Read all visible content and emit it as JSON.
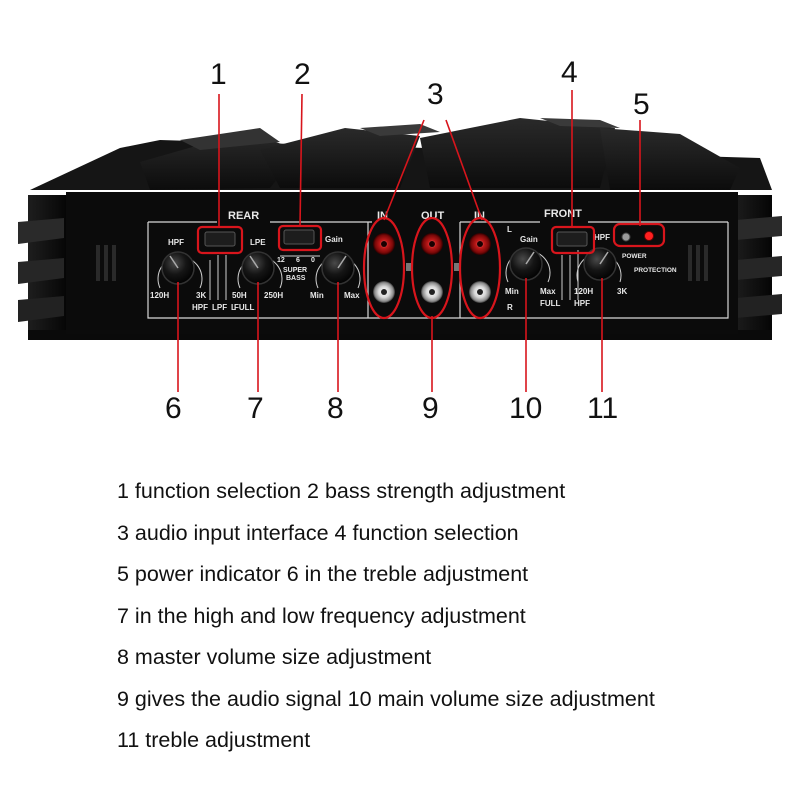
{
  "panel": {
    "rear_label": "REAR",
    "front_label": "FRONT",
    "in_label_1": "IN",
    "out_label": "OUT",
    "in_label_2": "IN",
    "hpf_1": "HPF",
    "hpf_1_min": "120H",
    "hpf_1_max": "3K",
    "switch_1_a": "HPF",
    "switch_1_b": "LPF",
    "switch_1_c": "L",
    "lpe": "LPE",
    "lpe_min": "50H",
    "lpe_max": "250H",
    "lpe_full": "FULL",
    "bass_12": "12",
    "bass_6": "6",
    "bass_0": "0",
    "super_bass_1": "SUPER",
    "super_bass_2": "BASS",
    "gain_1": "Gain",
    "gain_1_min": "Min",
    "gain_1_max": "Max",
    "gain_2": "Gain",
    "gain_2_min": "Min",
    "gain_2_max": "Max",
    "gain_2_full": "FULL",
    "channel_l": "L",
    "channel_r": "R",
    "hpf_2": "HPF",
    "hpf_2_min": "120H",
    "hpf_2_max": "3K",
    "hpf_2_sub": "HPF",
    "power": "POWER",
    "protection": "PROTECTION"
  },
  "callouts": {
    "c1": "1",
    "c2": "2",
    "c3": "3",
    "c4": "4",
    "c5": "5",
    "c6": "6",
    "c7": "7",
    "c8": "8",
    "c9": "9",
    "c10": "10",
    "c11": "11"
  },
  "captions": [
    "1 function selection 2 bass strength adjustment",
    "3 audio input interface 4 function selection",
    "5 power indicator 6 in the treble adjustment",
    "7 in the high and low frequency adjustment",
    "8 master volume size adjustment",
    "9 gives the audio signal 10 main volume size adjustment",
    "11 treble adjustment"
  ],
  "colors": {
    "highlight": "#d8151c",
    "body": "#141414",
    "panel": "#0b0b0b",
    "print": "#e8e8e8"
  }
}
